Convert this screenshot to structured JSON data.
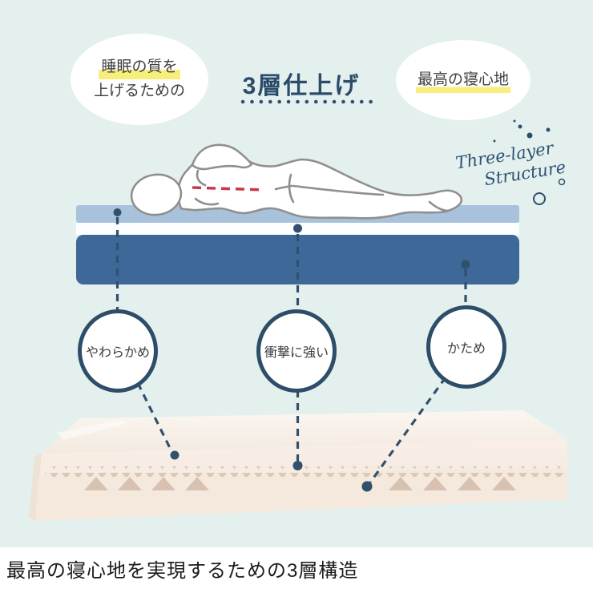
{
  "colors": {
    "background": "#e3f0ed",
    "navy": "#2e4d68",
    "title_navy": "#2b4b6a",
    "soft_layer": "#a8c2db",
    "middle_layer": "#fcfeff",
    "firm_layer": "#3e6897",
    "highlight_yellow": "#f7ee7d",
    "spine_line_red": "#c9394a",
    "person_outline": "#8f8f8f",
    "mattress_cream": "#f6ece2",
    "footer_bg": "#ffffff"
  },
  "bubble_left": {
    "line1": "睡眠の質を",
    "line2": "上げるための"
  },
  "title": "3層仕上げ",
  "bubble_right": "最高の寝心地",
  "script_label": {
    "line1": "Three-layer",
    "line2": "Structure"
  },
  "labels": {
    "soft": "やわらかめ",
    "shock": "衝撃に強い",
    "firm": "かため"
  },
  "footer": "最高の寝心地を実現するための3層構造"
}
